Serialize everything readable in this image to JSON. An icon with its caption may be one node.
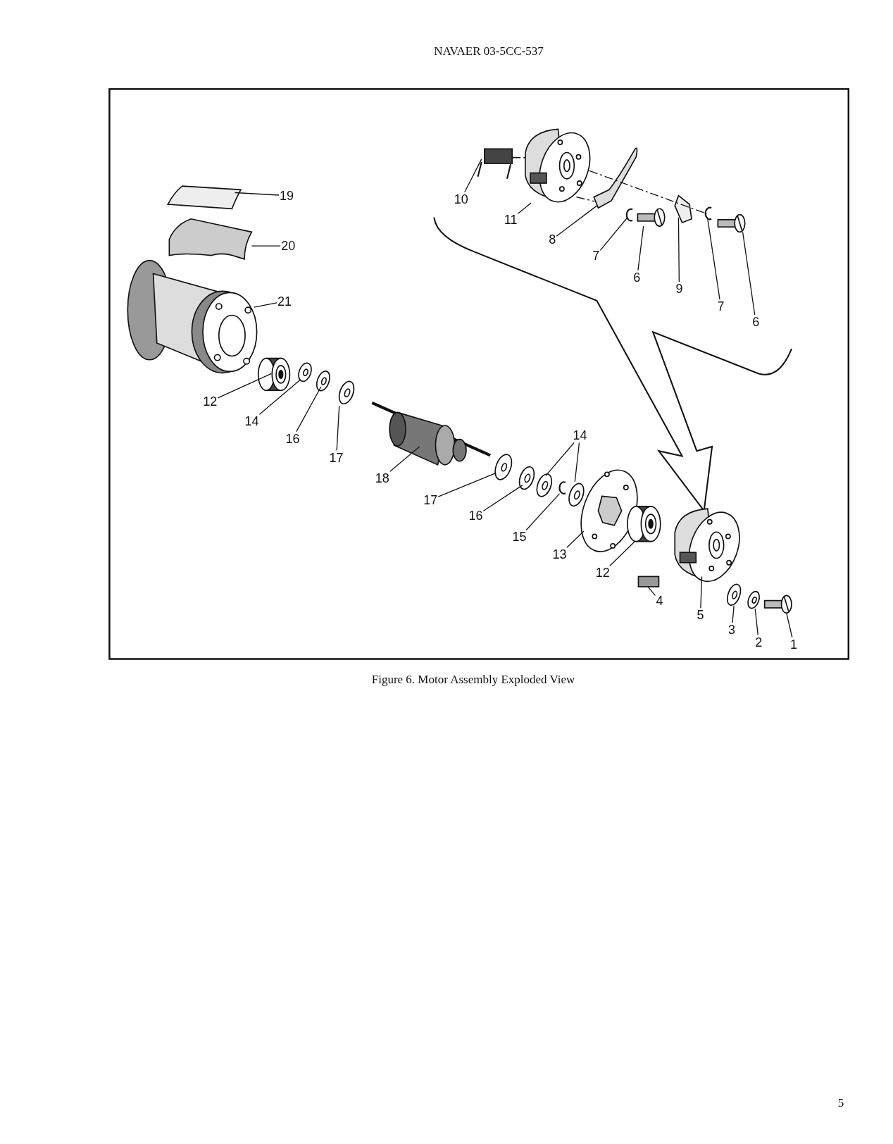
{
  "diagram": {
    "caption": "Figure 6.  Motor Assembly Exploded View",
    "nodes": [
      {
        "text": [
          "10"
        ]
      },
      {
        "text": [
          "11"
        ]
      },
      {
        "text": [
          "8"
        ]
      },
      {
        "text": [
          "7"
        ]
      },
      {
        "text": [
          "6"
        ]
      },
      {
        "text": [
          "9"
        ]
      },
      {
        "text": [
          "7"
        ]
      },
      {
        "text": [
          "6"
        ]
      },
      {
        "text": [
          "19"
        ]
      },
      {
        "text": [
          "20"
        ]
      },
      {
        "text": [
          "21"
        ]
      },
      {
        "text": [
          "12"
        ]
      },
      {
        "text": [
          "14"
        ]
      },
      {
        "text": [
          "16"
        ]
      },
      {
        "text": [
          "17"
        ]
      },
      {
        "text": [
          "18"
        ]
      },
      {
        "text": [
          "14"
        ]
      },
      {
        "text": [
          "17"
        ]
      },
      {
        "text": [
          "16"
        ]
      },
      {
        "text": [
          "15"
        ]
      },
      {
        "text": [
          "13"
        ]
      },
      {
        "text": [
          "12"
        ]
      },
      {
        "text": [
          "4"
        ]
      },
      {
        "text": [
          "5"
        ]
      },
      {
        "text": [
          "3"
        ]
      },
      {
        "text": [
          "2"
        ]
      },
      {
        "text": [
          "1"
        ]
      },
      {
        "text": [],
        "shape": "picture"
      },
      {
        "text": [],
        "shape": "picture"
      },
      {
        "text": [],
        "shape": "picture"
      },
      {
        "text": [],
        "shape": "picture"
      },
      {
        "text": [],
        "shape": "picture"
      },
      {
        "text": [],
        "shape": "picture"
      },
      {
        "text": [],
        "shape": "picture"
      },
      {
        "text": [],
        "shape": "picture"
      },
      {
        "text": [],
        "shape": "picture"
      },
      {
        "text": [],
        "shape": "picture"
      },
      {
        "text": [],
        "shape": "picture"
      },
      {
        "text": [],
        "shape": "picture"
      },
      {
        "text": [],
        "shape": "picture"
      },
      {
        "text": [],
        "shape": "picture"
      },
      {
        "text": [],
        "shape": "picture"
      },
      {
        "text": [],
        "shape": "picture"
      },
      {
        "text": [],
        "shape": "picture"
      },
      {
        "text": [],
        "shape": "picture"
      },
      {
        "text": [],
        "shape": "picture"
      },
      {
        "text": [],
        "shape": "picture"
      },
      {
        "text": [],
        "shape": "picture"
      },
      {
        "text": [],
        "shape": "picture"
      },
      {
        "text": [],
        "shape": "picture"
      },
      {
        "text": [],
        "shape": "box"
      },
      {
        "text": [],
        "shape": "picture"
      },
      {
        "text": [],
        "shape": "picture"
      },
      {
        "text": [],
        "shape": "picture"
      },
      {
        "text": [],
        "shape": "picture"
      }
    ],
    "edges": [
      {
        "from": 0,
        "to": 27,
        "arrow": "none"
      },
      {
        "from": 1,
        "to": 28,
        "arrow": "none"
      },
      {
        "from": 2,
        "to": 29,
        "arrow": "none"
      },
      {
        "from": 3,
        "to": 30,
        "arrow": "none"
      },
      {
        "from": 4,
        "to": 31,
        "arrow": "none"
      },
      {
        "from": 5,
        "to": 32,
        "arrow": "none"
      },
      {
        "from": 6,
        "to": 33,
        "arrow": "none"
      },
      {
        "from": 7,
        "to": 34,
        "arrow": "none"
      },
      {
        "from": 8,
        "to": 35,
        "arrow": "none"
      },
      {
        "from": 9,
        "to": 36,
        "arrow": "none"
      },
      {
        "from": 10,
        "to": 37,
        "arrow": "none"
      },
      {
        "from": 11,
        "to": 38,
        "arrow": "none"
      },
      {
        "from": 12,
        "to": 39,
        "arrow": "none"
      },
      {
        "from": 13,
        "to": 40,
        "arrow": "none"
      },
      {
        "from": 14,
        "to": 41,
        "arrow": "none"
      },
      {
        "from": 15,
        "to": 42,
        "arrow": "none"
      },
      {
        "from": 16,
        "to": 43,
        "arrow": "none"
      },
      {
        "from": 16,
        "to": 44,
        "arrow": "none"
      },
      {
        "from": 17,
        "to": 45,
        "arrow": "none"
      },
      {
        "from": 18,
        "to": 46,
        "arrow": "none"
      },
      {
        "from": 19,
        "to": 47,
        "arrow": "none"
      },
      {
        "from": 20,
        "to": 48,
        "arrow": "none"
      },
      {
        "from": 21,
        "to": 49,
        "arrow": "none"
      },
      {
        "from": 22,
        "to": 50,
        "arrow": "none"
      },
      {
        "from": 23,
        "to": 51,
        "arrow": "none"
      },
      {
        "from": 24,
        "to": 52,
        "arrow": "none"
      },
      {
        "from": 25,
        "to": 53,
        "arrow": "none"
      },
      {
        "from": 26,
        "to": 54,
        "arrow": "none"
      },
      {
        "from": 27,
        "to": 28,
        "arrow": "none",
        "style": "dashed"
      },
      {
        "from": 28,
        "to": 33,
        "arrow": "none",
        "style": "dashed"
      },
      {
        "from": 28,
        "to": 29,
        "arrow": "none",
        "style": "dashed"
      }
    ],
    "labels": [
      "NAVAER 03-5CC-537",
      "5"
    ]
  }
}
